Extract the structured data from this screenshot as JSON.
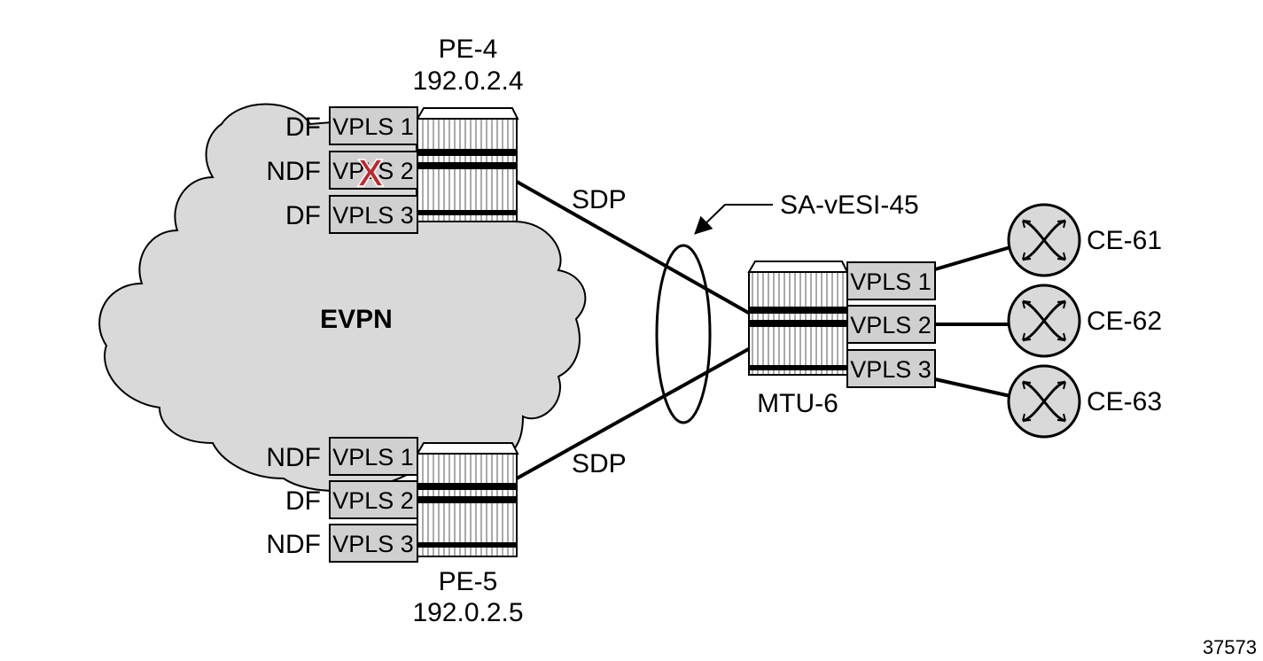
{
  "cloud": {
    "label": "EVPN"
  },
  "pe4": {
    "name": "PE-4",
    "ip": "192.0.2.4",
    "services": [
      {
        "role": "DF",
        "label": "VPLS 1",
        "failed": false
      },
      {
        "role": "NDF",
        "label": "VPLS 2",
        "failed": true
      },
      {
        "role": "DF",
        "label": "VPLS 3",
        "failed": false
      }
    ]
  },
  "pe5": {
    "name": "PE-5",
    "ip": "192.0.2.5",
    "services": [
      {
        "role": "NDF",
        "label": "VPLS 1"
      },
      {
        "role": "DF",
        "label": "VPLS 2"
      },
      {
        "role": "NDF",
        "label": "VPLS 3"
      }
    ]
  },
  "links": {
    "sdp_upper": "SDP",
    "sdp_lower": "SDP"
  },
  "esi": {
    "label": "SA-vESI-45"
  },
  "mtu": {
    "name": "MTU-6",
    "services": [
      "VPLS 1",
      "VPLS 2",
      "VPLS 3"
    ]
  },
  "ces": [
    "CE-61",
    "CE-62",
    "CE-63"
  ],
  "failure_marker": "X",
  "figure_id": "37573",
  "colors": {
    "cloud_fill": "#d9d9d9",
    "box_fill": "#d0d0d0",
    "ce_fill": "#d9d9d9",
    "failure": "#c0272d",
    "line": "#000000"
  }
}
